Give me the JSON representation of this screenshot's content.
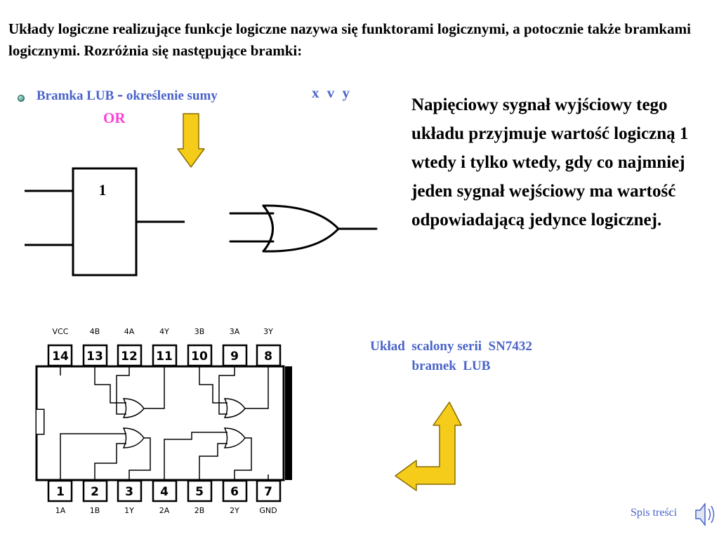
{
  "intro_text": "Układy logiczne realizujące funkcje logiczne nazywa się funktorami logicznymi, a potocznie także bramkami logicznymi. Rozróżnia się następujące bramki:",
  "bramka": {
    "name": "Bramka LUB",
    "dash": "-",
    "definition": "określenie sumy",
    "formula": "x v y",
    "english": "OR"
  },
  "iec_symbol_label": "1",
  "description": "Napięciowy sygnał wyjściowy tego układu przyjmuje wartość logiczną 1 wtedy i tylko wtedy, gdy co najmniej jeden sygnał wejściowy ma wartość odpowiadającą jedynce logicznej.",
  "chip": {
    "title": "Układ  scalony serii  SN7432",
    "subtitle": "bramek  LUB",
    "top_pins": [
      {
        "num": "14",
        "label": "VCC"
      },
      {
        "num": "13",
        "label": "4B"
      },
      {
        "num": "12",
        "label": "4A"
      },
      {
        "num": "11",
        "label": "4Y"
      },
      {
        "num": "10",
        "label": "3B"
      },
      {
        "num": "9",
        "label": "3A"
      },
      {
        "num": "8",
        "label": "3Y"
      }
    ],
    "bottom_pins": [
      {
        "num": "1",
        "label": "1A"
      },
      {
        "num": "2",
        "label": "1B"
      },
      {
        "num": "3",
        "label": "1Y"
      },
      {
        "num": "4",
        "label": "2A"
      },
      {
        "num": "5",
        "label": "2B"
      },
      {
        "num": "6",
        "label": "2Y"
      },
      {
        "num": "7",
        "label": "GND"
      }
    ]
  },
  "nav": {
    "link": "Spis treści",
    "icon": "speaker-icon"
  },
  "colors": {
    "accent": "#4a63c9",
    "or_label": "#ff3fd8",
    "arrow_fill": "#f5cc1a",
    "arrow_stroke": "#8a6d00"
  }
}
